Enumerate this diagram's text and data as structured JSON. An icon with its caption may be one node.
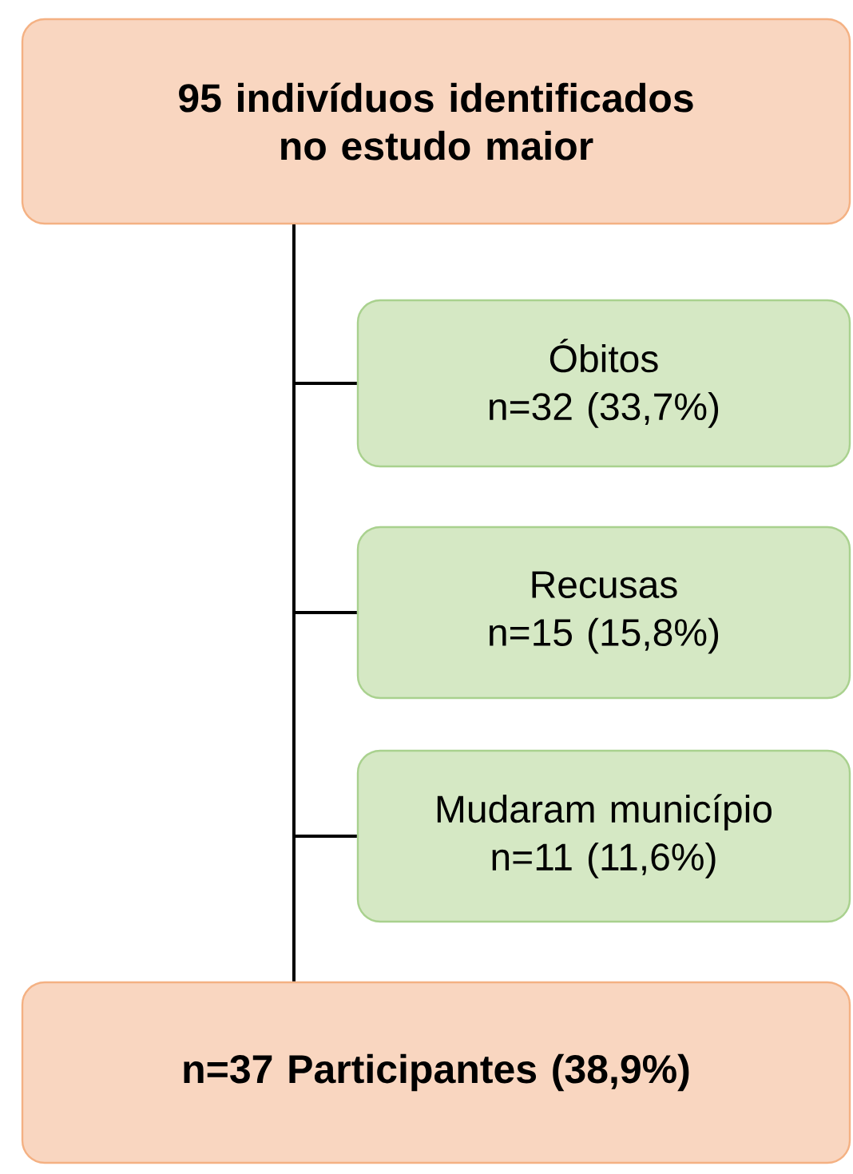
{
  "diagram": {
    "nodes": [
      {
        "text": [
          "95 indivíduos identificados no estudo maior"
        ]
      },
      {
        "text": [
          "Óbitos",
          "n=32 (33,7%)"
        ]
      },
      {
        "text": [
          "Recusas",
          "n=15 (15,8%)"
        ]
      },
      {
        "text": [
          "Mudaram município",
          "n=11 (11,6%)"
        ]
      },
      {
        "text": [
          "n=37 Participantes (38,9%)"
        ]
      }
    ],
    "edges": [
      {
        "from": 0,
        "to": 1,
        "arrow": "none"
      },
      {
        "from": 0,
        "to": 2,
        "arrow": "none"
      },
      {
        "from": 0,
        "to": 3,
        "arrow": "none"
      },
      {
        "from": 0,
        "to": 4,
        "arrow": "none"
      }
    ]
  }
}
